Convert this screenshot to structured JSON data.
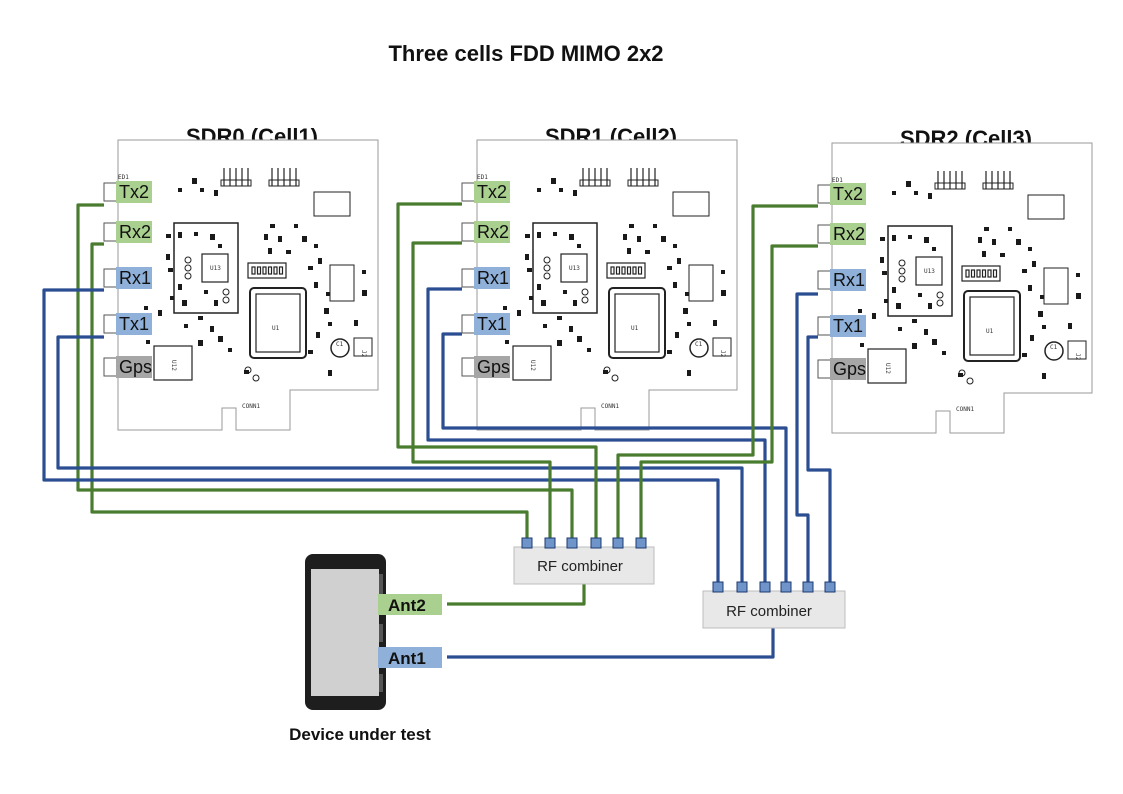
{
  "title": "Three cells FDD MIMO 2x2",
  "boards": [
    {
      "name": "SDR0 (Cell1)"
    },
    {
      "name": "SDR1 (Cell2)"
    },
    {
      "name": "SDR2 (Cell3)"
    }
  ],
  "ports": {
    "tx2": "Tx2",
    "rx2": "Rx2",
    "rx1": "Rx1",
    "tx1": "Tx1",
    "gps": "Gps"
  },
  "combiners": [
    {
      "label": "RF combiner"
    },
    {
      "label": "RF combiner"
    }
  ],
  "device": {
    "ant2": "Ant2",
    "ant1": "Ant1",
    "caption": "Device under test"
  },
  "board_silkscreen": {
    "ed": "ED1",
    "u1": "U1",
    "u13": "U13",
    "u12": "U12",
    "conn": "CONN1",
    "c1": "C1",
    "j2": "J2"
  },
  "colors": {
    "tx_rx2_green": "#a9d08e",
    "rx1_tx1_blue": "#8fb0d9",
    "gps_gray": "#a6a6a6",
    "green_wire": "#4a7c2f",
    "blue_wire": "#2a4e91"
  }
}
